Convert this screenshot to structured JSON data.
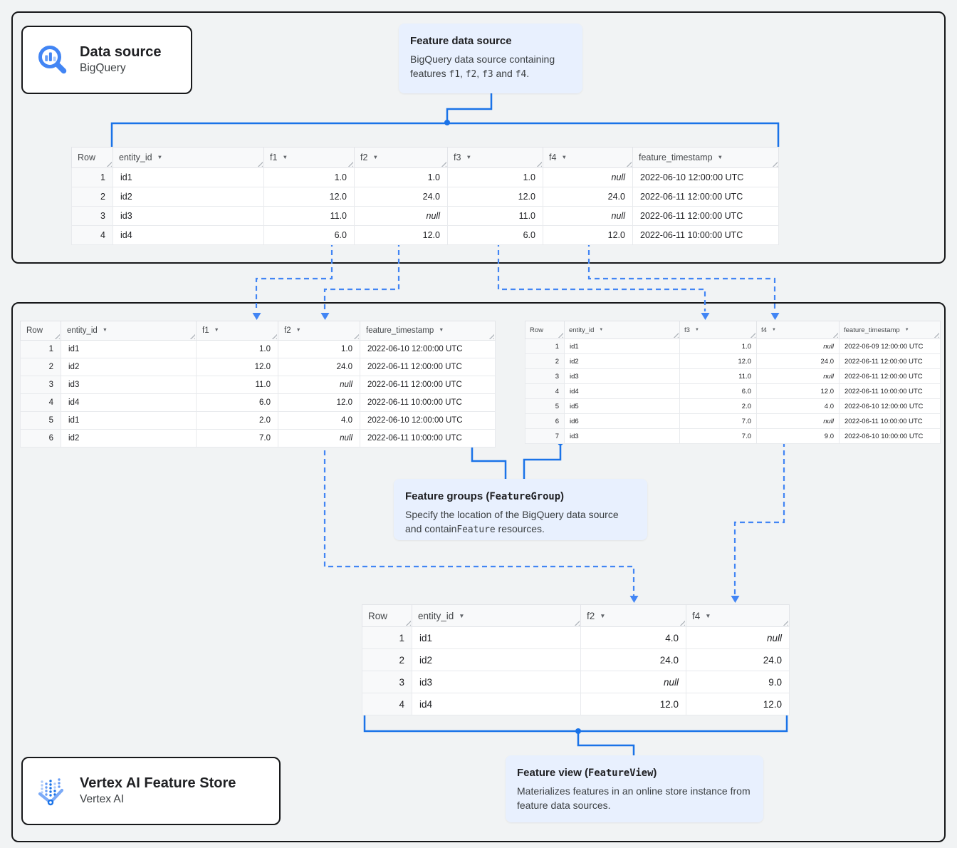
{
  "colors": {
    "accent_solid": "#1a73e8",
    "accent_dashed": "#4285f4",
    "callout_bg": "#e8f0fe",
    "section_border": "#17181a",
    "page_bg": "#f1f3f4"
  },
  "cards": {
    "data_source": {
      "title": "Data source",
      "subtitle": "BigQuery",
      "icon": "bigquery-search-icon"
    },
    "feature_store": {
      "title": "Vertex AI Feature Store",
      "subtitle": "Vertex AI",
      "icon": "vertex-ai-icon"
    }
  },
  "callouts": {
    "feature_data_source": {
      "title": [
        {
          "text": "Feature data source"
        }
      ],
      "body": [
        {
          "text": "BigQuery data source containing features "
        },
        {
          "code": "f1"
        },
        {
          "text": ", "
        },
        {
          "code": "f2"
        },
        {
          "text": ", "
        },
        {
          "code": "f3"
        },
        {
          "text": " and "
        },
        {
          "code": "f4"
        },
        {
          "text": "."
        }
      ]
    },
    "feature_groups": {
      "title": [
        {
          "text": "Feature groups ("
        },
        {
          "code": "FeatureGroup"
        },
        {
          "text": ")"
        }
      ],
      "body": [
        {
          "text": "Specify the location of the BigQuery data source and contain"
        },
        {
          "code": "Feature"
        },
        {
          "text": " resources."
        }
      ]
    },
    "feature_view": {
      "title": [
        {
          "text": "Feature view ("
        },
        {
          "code": "FeatureView"
        },
        {
          "text": ")"
        }
      ],
      "body": [
        {
          "text": "Materializes features in an online store instance from feature data sources."
        }
      ]
    }
  },
  "tables": {
    "source": {
      "columns": [
        {
          "label": "Row",
          "align": "right"
        },
        {
          "label": "entity_id",
          "align": "left",
          "dropdown": true
        },
        {
          "label": "f1",
          "align": "right",
          "dropdown": true
        },
        {
          "label": "f2",
          "align": "right",
          "dropdown": true
        },
        {
          "label": "f3",
          "align": "right",
          "dropdown": true
        },
        {
          "label": "f4",
          "align": "right",
          "dropdown": true
        },
        {
          "label": "feature_timestamp",
          "align": "left",
          "dropdown": true
        }
      ],
      "rows": [
        [
          "1",
          "id1",
          "1.0",
          "1.0",
          "1.0",
          "null",
          "2022-06-10 12:00:00 UTC"
        ],
        [
          "2",
          "id2",
          "12.0",
          "24.0",
          "12.0",
          "24.0",
          "2022-06-11 12:00:00 UTC"
        ],
        [
          "3",
          "id3",
          "11.0",
          "null",
          "11.0",
          "null",
          "2022-06-11 12:00:00 UTC"
        ],
        [
          "4",
          "id4",
          "6.0",
          "12.0",
          "6.0",
          "12.0",
          "2022-06-11 10:00:00 UTC"
        ]
      ]
    },
    "group1": {
      "columns": [
        {
          "label": "Row",
          "align": "right"
        },
        {
          "label": "entity_id",
          "align": "left",
          "dropdown": true
        },
        {
          "label": "f1",
          "align": "right",
          "dropdown": true
        },
        {
          "label": "f2",
          "align": "right",
          "dropdown": true
        },
        {
          "label": "feature_timestamp",
          "align": "left",
          "dropdown": true
        }
      ],
      "rows": [
        [
          "1",
          "id1",
          "1.0",
          "1.0",
          "2022-06-10 12:00:00 UTC"
        ],
        [
          "2",
          "id2",
          "12.0",
          "24.0",
          "2022-06-11 12:00:00 UTC"
        ],
        [
          "3",
          "id3",
          "11.0",
          "null",
          "2022-06-11 12:00:00 UTC"
        ],
        [
          "4",
          "id4",
          "6.0",
          "12.0",
          "2022-06-11 10:00:00 UTC"
        ],
        [
          "5",
          "id1",
          "2.0",
          "4.0",
          "2022-06-10 12:00:00 UTC"
        ],
        [
          "6",
          "id2",
          "7.0",
          "null",
          "2022-06-11 10:00:00 UTC"
        ]
      ]
    },
    "group2": {
      "columns": [
        {
          "label": "Row",
          "align": "right"
        },
        {
          "label": "entity_id",
          "align": "left",
          "dropdown": true
        },
        {
          "label": "f3",
          "align": "right",
          "dropdown": true
        },
        {
          "label": "f4",
          "align": "right",
          "dropdown": true
        },
        {
          "label": "feature_timestamp",
          "align": "left",
          "dropdown": true
        }
      ],
      "rows": [
        [
          "1",
          "id1",
          "1.0",
          "null",
          "2022-06-09 12:00:00 UTC"
        ],
        [
          "2",
          "id2",
          "12.0",
          "24.0",
          "2022-06-11 12:00:00 UTC"
        ],
        [
          "3",
          "id3",
          "11.0",
          "null",
          "2022-06-11 12:00:00 UTC"
        ],
        [
          "4",
          "id4",
          "6.0",
          "12.0",
          "2022-06-11 10:00:00 UTC"
        ],
        [
          "5",
          "id5",
          "2.0",
          "4.0",
          "2022-06-10 12:00:00 UTC"
        ],
        [
          "6",
          "id6",
          "7.0",
          "null",
          "2022-06-11 10:00:00 UTC"
        ],
        [
          "7",
          "id3",
          "7.0",
          "9.0",
          "2022-06-10 10:00:00 UTC"
        ]
      ]
    },
    "view": {
      "columns": [
        {
          "label": "Row",
          "align": "right"
        },
        {
          "label": "entity_id",
          "align": "left",
          "dropdown": true
        },
        {
          "label": "f2",
          "align": "right",
          "dropdown": true
        },
        {
          "label": "f4",
          "align": "right",
          "dropdown": true
        }
      ],
      "rows": [
        [
          "1",
          "id1",
          "4.0",
          "null"
        ],
        [
          "2",
          "id2",
          "24.0",
          "24.0"
        ],
        [
          "3",
          "id3",
          "null",
          "9.0"
        ],
        [
          "4",
          "id4",
          "12.0",
          "12.0"
        ]
      ]
    }
  }
}
